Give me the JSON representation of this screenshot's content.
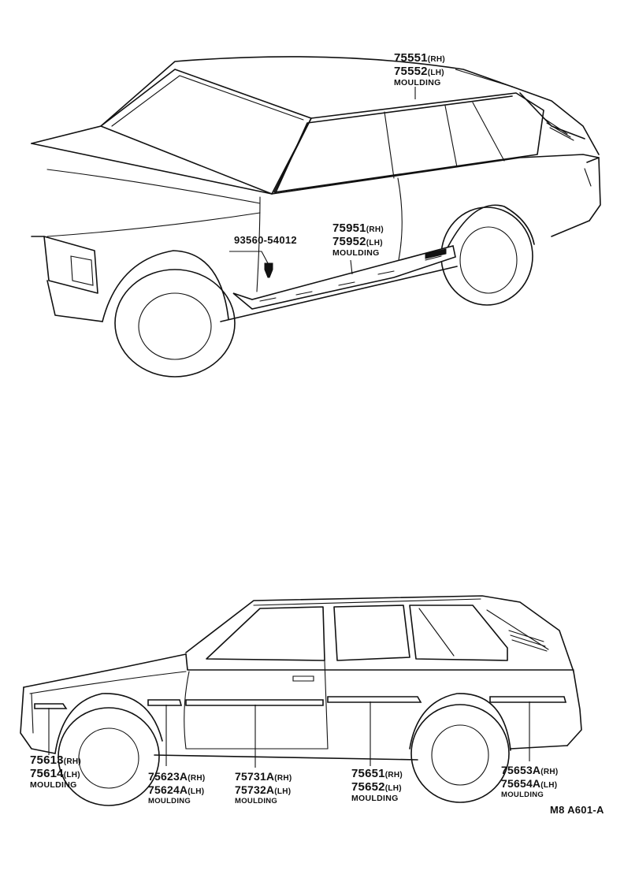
{
  "callouts": {
    "roof_moulding": {
      "rh": "75551",
      "rh_side": "(RH)",
      "lh": "75552",
      "lh_side": "(LH)",
      "name": "MOULDING"
    },
    "rocker_moulding": {
      "rh": "75951",
      "rh_side": "(RH)",
      "lh": "75952",
      "lh_side": "(LH)",
      "name": "MOULDING"
    },
    "clip": {
      "number": "93560-54012"
    },
    "front_fender_moulding": {
      "rh": "75613",
      "rh_side": "(RH)",
      "lh": "75614",
      "lh_side": "(LH)",
      "name": "MOULDING"
    },
    "front_fender_rear_moulding": {
      "rh": "75623A",
      "rh_side": "(RH)",
      "lh": "75624A",
      "lh_side": "(LH)",
      "name": "MOULDING"
    },
    "front_door_moulding": {
      "rh": "75731A",
      "rh_side": "(RH)",
      "lh": "75732A",
      "lh_side": "(LH)",
      "name": "MOULDING"
    },
    "rear_door_moulding": {
      "rh": "75651",
      "rh_side": "(RH)",
      "lh": "75652",
      "lh_side": "(LH)",
      "name": "MOULDING"
    },
    "quarter_moulding": {
      "rh": "75653A",
      "rh_side": "(RH)",
      "lh": "75654A",
      "lh_side": "(LH)",
      "name": "MOULDING"
    }
  },
  "diagram_code": "M8 A601-A"
}
